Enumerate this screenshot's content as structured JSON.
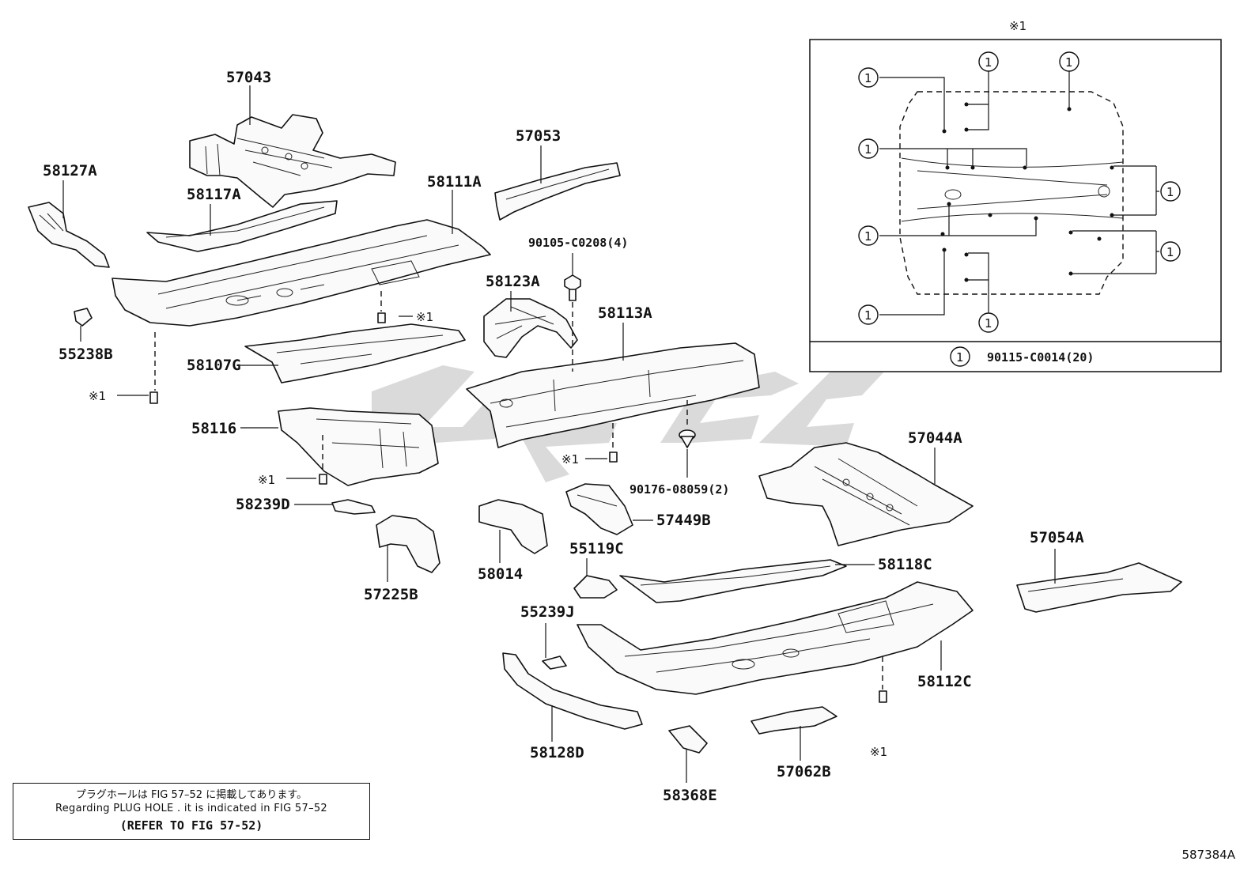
{
  "diagram": {
    "part_labels": {
      "p57043": "57043",
      "p58127A": "58127A",
      "p58117A": "58117A",
      "p57053": "57053",
      "p58111A": "58111A",
      "p90105": "90105-C0208(4)",
      "p58123A": "58123A",
      "p55238B": "55238B",
      "p58107G": "58107G",
      "p58113A": "58113A",
      "p58116": "58116",
      "p90176": "90176-08059(2)",
      "p57044A": "57044A",
      "p58239D": "58239D",
      "p57449B": "57449B",
      "p55119C": "55119C",
      "p58014": "58014",
      "p57225B": "57225B",
      "p57054A": "57054A",
      "p58118C": "58118C",
      "p55239J": "55239J",
      "p58112C": "58112C",
      "p58128D": "58128D",
      "p57062B": "57062B",
      "p58368E": "58368E"
    },
    "ref_mark": "※1",
    "inset": {
      "title_mark": "※1",
      "circled_callout": "1",
      "legend_part": "90115-C0014(20)"
    },
    "watermark_text": "ʊCGC",
    "figure_code": "587384A"
  },
  "note": {
    "line_jp": "プラグホールは FIG 57–52 に掲載してあります。",
    "line_en": "Regarding PLUG HOLE . it is indicated in FIG 57–52",
    "line_ref": "(REFER TO FIG 57-52)"
  }
}
